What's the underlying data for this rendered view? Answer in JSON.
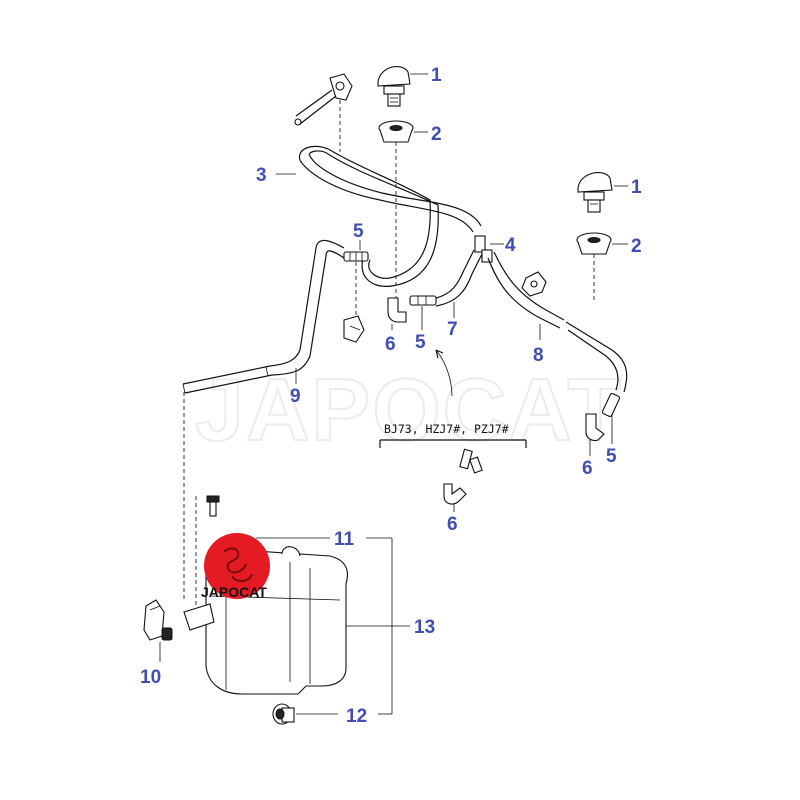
{
  "watermark": "JAPOCAT",
  "logo": {
    "text": "JAPOCAT",
    "color": "#e51b24"
  },
  "variant_note": "BJ73, HZJ7#, PZJ7#",
  "callout_color": "#3e4fb1",
  "callouts": {
    "c1a": "1",
    "c2a": "2",
    "c3": "3",
    "c5a": "5",
    "c4": "4",
    "c6a": "6",
    "c5b": "5",
    "c7": "7",
    "c1b": "1",
    "c2b": "2",
    "c8": "8",
    "c9": "9",
    "c6b": "6",
    "c5c": "5",
    "c6c": "6",
    "c11": "11",
    "c13": "13",
    "c10": "10",
    "c12": "12"
  }
}
